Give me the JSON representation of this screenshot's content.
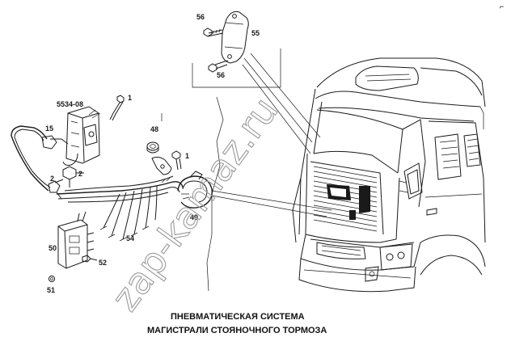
{
  "diagram": {
    "title_line1": "ПНЕВМАТИЧЕСКАЯ СИСТЕМА",
    "title_line2": "МАГИСТРАЛИ СТОЯНОЧНОГО ТОРМОЗА",
    "watermark": "zap-kamaz.ru",
    "corner_mark": "⌐",
    "callouts": {
      "c56a": "56",
      "c55": "55",
      "c56b": "56",
      "c5534": "5534-08",
      "c1a": "1",
      "c15": "15",
      "c48": "48",
      "c1b": "1",
      "c2a": "2",
      "c2b": "2",
      "c49": "49",
      "c54": "54",
      "c50": "50",
      "c52": "52",
      "c51": "51"
    }
  }
}
